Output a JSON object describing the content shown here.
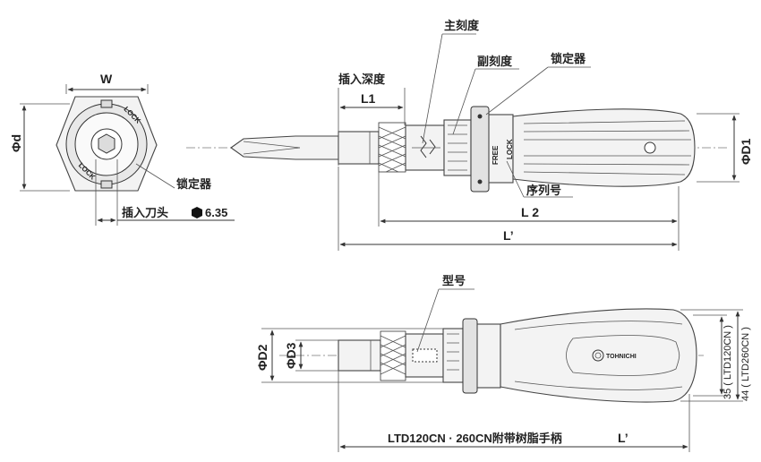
{
  "labels": {
    "width": "W",
    "phi_d": "Φd",
    "lock": "LOCK",
    "lock_device_left": "锁定器",
    "insert_bit": "插入刀头",
    "hex_size": "6.35",
    "insert_depth": "插入深度",
    "l1": "L1",
    "main_scale": "主刻度",
    "sub_scale": "副刻度",
    "lock_device": "锁定器",
    "free": "FREE",
    "lock_small": "LOCK",
    "serial_no": "序列号",
    "phi_d1": "ΦD1",
    "l2": "L 2",
    "l_prime": "L’",
    "model_no": "型号",
    "phi_d2": "ΦD2",
    "phi_d3": "ΦD3",
    "brand": "TOHNICHI",
    "dim_35": "35 ( LTD120CN )",
    "dim_44": "44 ( LTD260CN )",
    "bottom_caption": "LTD120CN · 260CN附带树脂手柄",
    "bottom_l_prime": "L’"
  }
}
